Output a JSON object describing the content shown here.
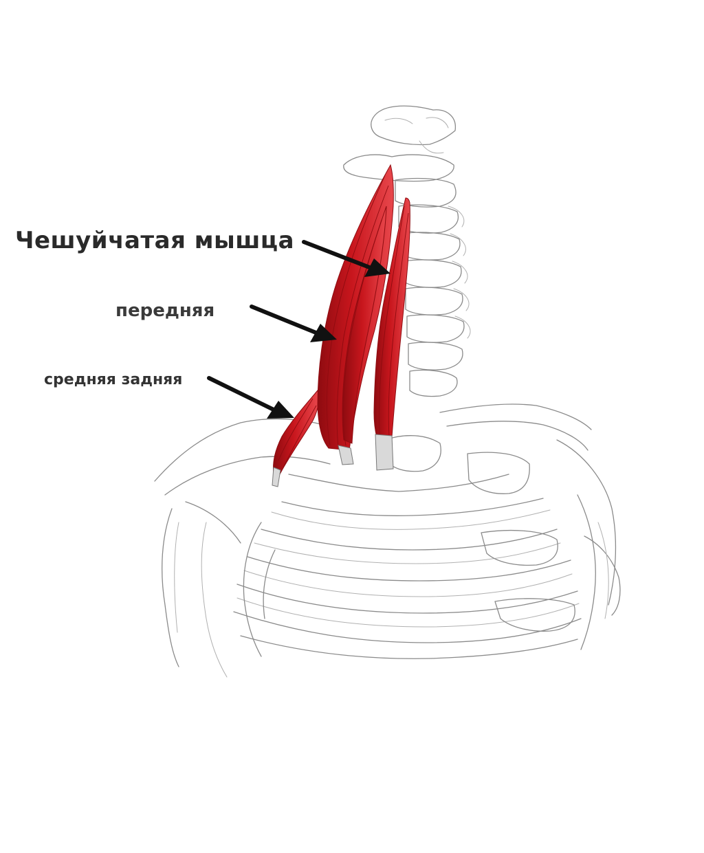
{
  "labels": {
    "title": "Чешуйчатая мышца",
    "anterior": "передняя",
    "middle_posterior": "средняя задняя"
  },
  "colors": {
    "muscle": "#c8161d",
    "muscle_dark": "#8e0b10",
    "muscle_highlight": "#e8474c",
    "tendon": "#d9d9d9",
    "bone_line": "#8a8a8a",
    "arrow": "#111111",
    "text": "#2a2a2a"
  }
}
